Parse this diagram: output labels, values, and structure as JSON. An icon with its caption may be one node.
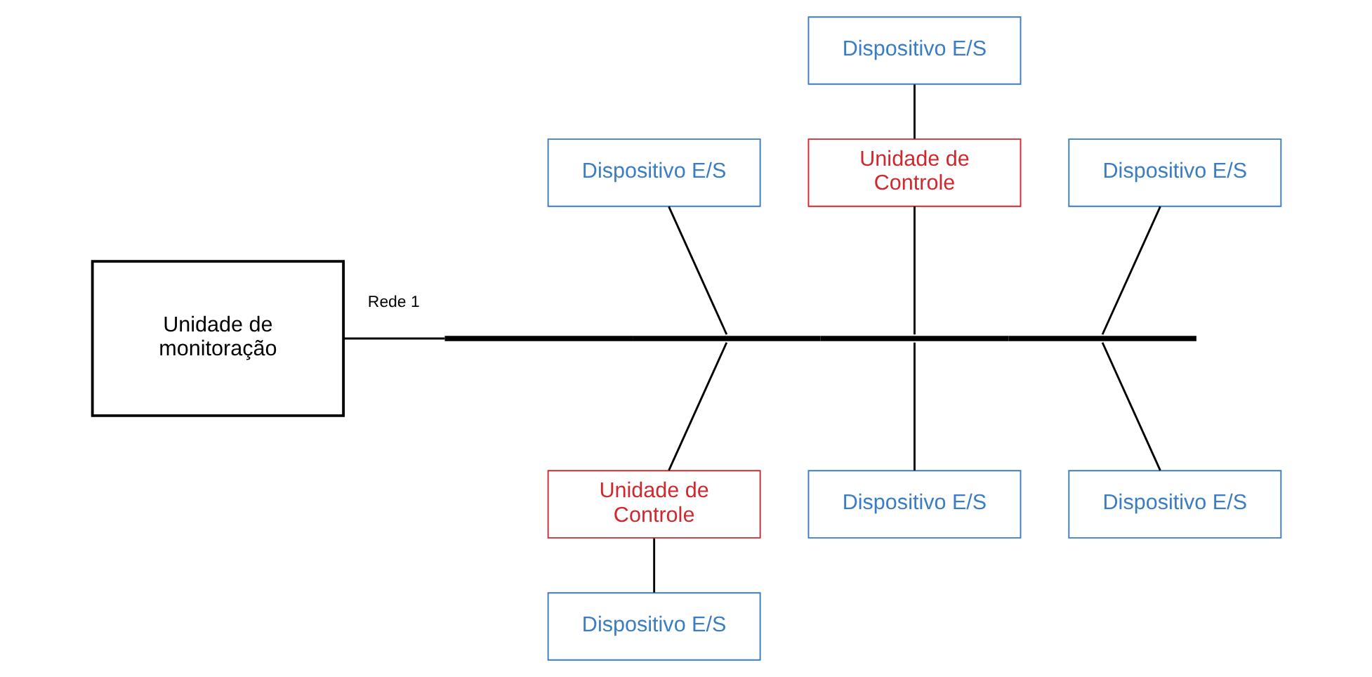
{
  "diagram": {
    "nodes": [
      {
        "text": [
          "Dispositivo E/S"
        ]
      },
      {
        "text": [
          "Dispositivo E/S"
        ]
      },
      {
        "text": [
          "Unidade de Controle"
        ]
      },
      {
        "text": [
          "Dispositivo E/S"
        ]
      },
      {
        "text": [
          "Unidade de monitoração"
        ]
      },
      {
        "text": [],
        "shape": "bar"
      },
      {
        "text": [
          "Unidade de Controle"
        ]
      },
      {
        "text": [
          "Dispositivo E/S"
        ]
      },
      {
        "text": [
          "Dispositivo E/S"
        ]
      },
      {
        "text": [
          "Dispositivo E/S"
        ]
      }
    ],
    "edges": [
      {
        "from": 4,
        "to": 5,
        "arrow": "none",
        "label": "Rede 1"
      },
      {
        "from": 1,
        "to": 5,
        "arrow": "none"
      },
      {
        "from": 5,
        "to": 6,
        "arrow": "none"
      },
      {
        "from": 6,
        "to": 9,
        "arrow": "none"
      },
      {
        "from": 0,
        "to": 2,
        "arrow": "none"
      },
      {
        "from": 2,
        "to": 5,
        "arrow": "none"
      },
      {
        "from": 5,
        "to": 7,
        "arrow": "none"
      },
      {
        "from": 3,
        "to": 5,
        "arrow": "none"
      },
      {
        "from": 5,
        "to": 8,
        "arrow": "none"
      }
    ]
  }
}
